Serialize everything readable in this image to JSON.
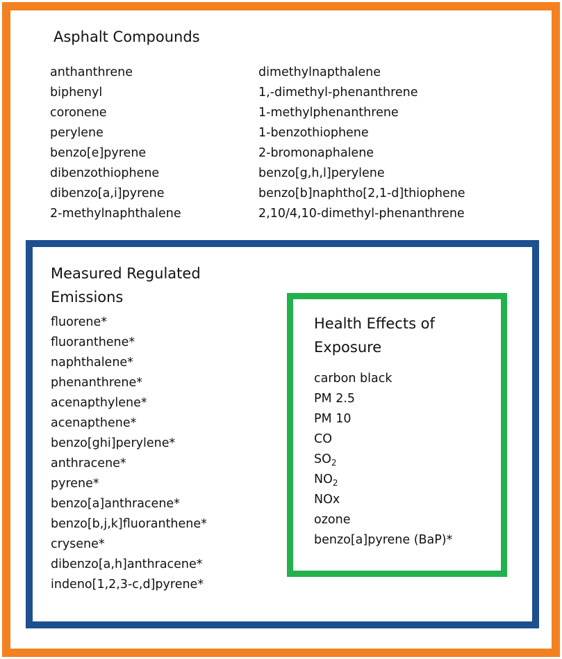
{
  "asphalt": {
    "title": "Asphalt Compounds",
    "column_1": [
      "anthanthrene",
      "biphenyl",
      "coronene",
      "perylene",
      "benzo[e]pyrene",
      "dibenzothiophene",
      "dibenzo[a,i]pyrene",
      "2-methylnaphthalene"
    ],
    "column_2": [
      "dimethylnapthalene",
      "1,-dimethyl-phenanthrene",
      "1-methylphenanthrene",
      "1-benzothiophene",
      "2-bromonaphalene",
      "benzo[g,h,l]perylene",
      "benzo[b]naphtho[2,1-d]thiophene",
      "2,10/4,10-dimethyl-phenanthrene"
    ]
  },
  "measured": {
    "title_line_1": "Measured Regulated",
    "title_line_2": "Emissions",
    "items": [
      "fluorene*",
      "fluoranthene*",
      "naphthalene*",
      "phenanthrene*",
      "acenapthylene*",
      "acenapthene*",
      "benzo[ghi]perylene*",
      "anthracene*",
      "pyrene*",
      "benzo[a]anthracene*",
      "benzo[b,j,k]fluoranthene*",
      "crysene*",
      "dibenzo[a,h]anthracene*",
      "indeno[1,2,3-c,d]pyrene*"
    ]
  },
  "health": {
    "title_line_1": "Health Effects of",
    "title_line_2": "Exposure",
    "items": [
      {
        "text": "carbon black",
        "sub": ""
      },
      {
        "text": "PM 2.5",
        "sub": ""
      },
      {
        "text": "PM 10",
        "sub": ""
      },
      {
        "text": "CO",
        "sub": ""
      },
      {
        "text": "SO",
        "sub": "2"
      },
      {
        "text": "NO",
        "sub": "2"
      },
      {
        "text": "NOx",
        "sub": ""
      },
      {
        "text": "ozone",
        "sub": ""
      },
      {
        "text": "benzo[a]pyrene (BaP)*",
        "sub": ""
      }
    ]
  },
  "colors": {
    "outer_border": "#f4811f",
    "middle_border": "#1d4f91",
    "inner_border": "#22b14c"
  }
}
